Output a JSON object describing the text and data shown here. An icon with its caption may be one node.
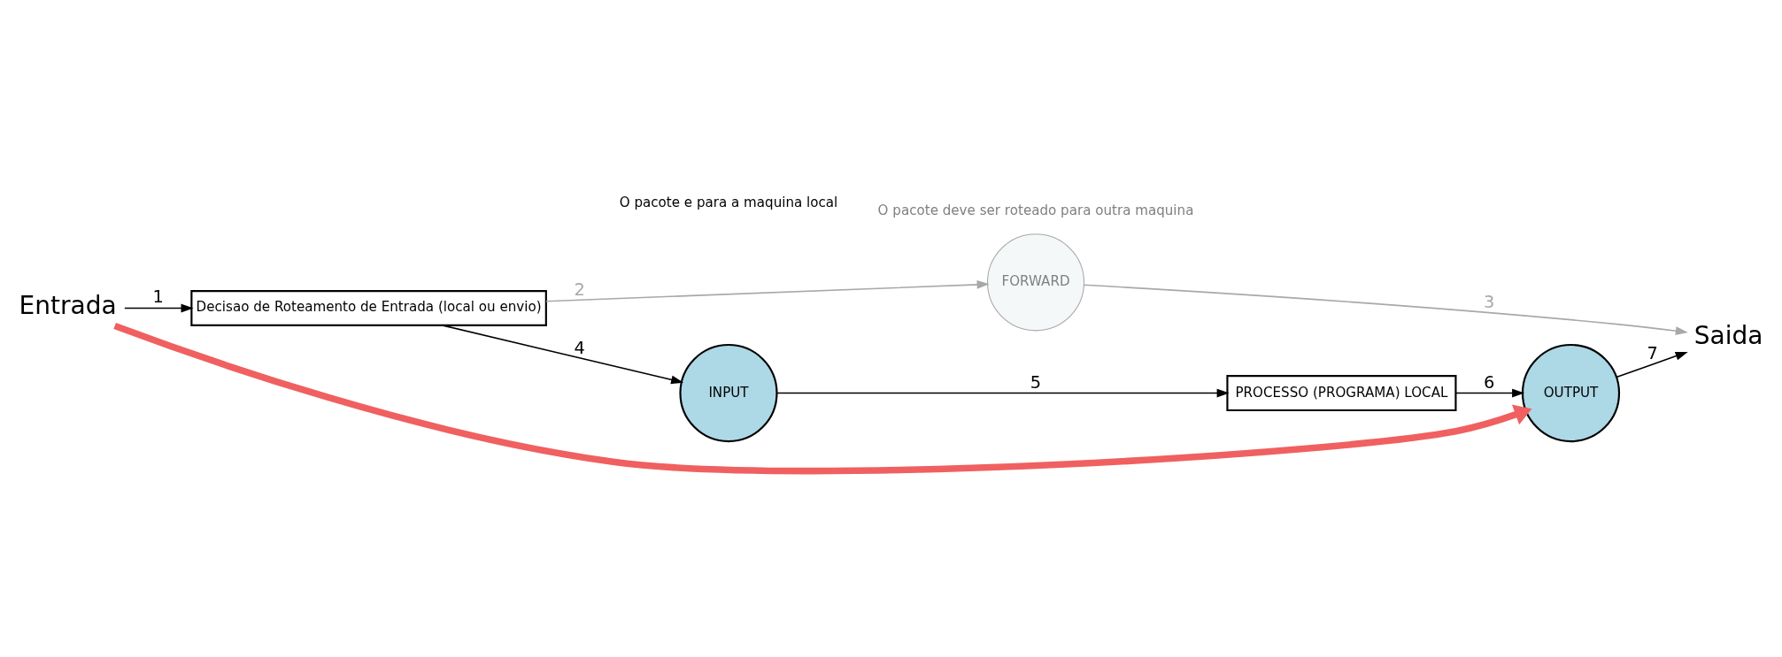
{
  "diagram": {
    "nodes": [
      {
        "text": [
          "Entrada"
        ]
      },
      {
        "text": [
          "Decisao de Roteamento de Entrada (local ou envio)"
        ]
      },
      {
        "text": [
          "FORWARD"
        ]
      },
      {
        "text": [
          "Saida"
        ]
      },
      {
        "text": [
          "INPUT"
        ]
      },
      {
        "text": [
          "PROCESSO (PROGRAMA) LOCAL"
        ]
      },
      {
        "text": [
          "OUTPUT"
        ]
      }
    ],
    "edges": [
      {
        "from": 0,
        "to": 1,
        "arrow": "to",
        "label": "1"
      },
      {
        "from": 1,
        "to": 2,
        "arrow": "to",
        "label": "2",
        "color": "#a8a8a8"
      },
      {
        "from": 2,
        "to": 3,
        "arrow": "to",
        "label": "3",
        "color": "#a8a8a8"
      },
      {
        "from": 1,
        "to": 4,
        "arrow": "to",
        "label": "4"
      },
      {
        "from": 4,
        "to": 5,
        "arrow": "to",
        "label": "5"
      },
      {
        "from": 5,
        "to": 6,
        "arrow": "to",
        "label": "6"
      },
      {
        "from": 6,
        "to": 3,
        "arrow": "to",
        "label": "7"
      },
      {
        "from": 0,
        "to": 6,
        "arrow": "to",
        "style": "thick",
        "color": "#f06060"
      }
    ],
    "labels": [
      "O pacote deve ser roteado para outra maquina",
      "O pacote e para a maquina local"
    ]
  }
}
